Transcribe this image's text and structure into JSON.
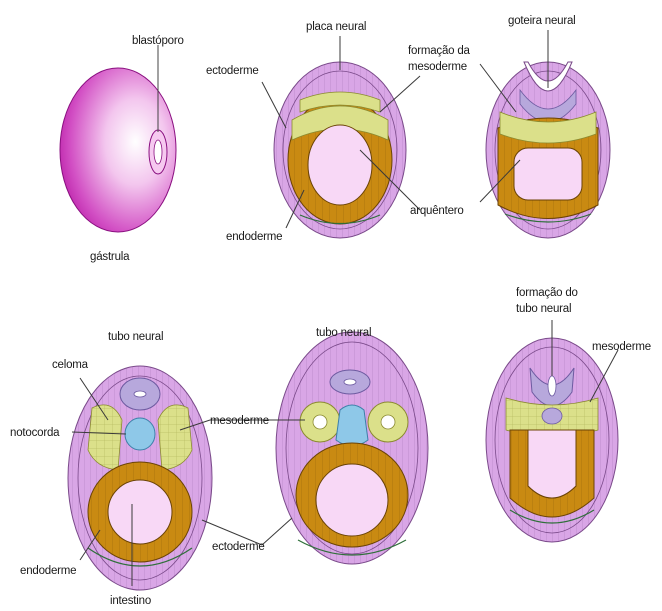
{
  "colors": {
    "ectoderm": "#d9a6e6",
    "ectoderm_line": "#7a4a8a",
    "endoderm": "#c98a12",
    "mesoderm": "#dbe08a",
    "archenteron": "#f8d8f6",
    "notochord": "#8ec8e8",
    "neural": "#b7a8dc",
    "gastrula": "#c020b0",
    "inner_line": "#2f6f3a"
  },
  "labels": {
    "blastoporo": "blastóporo",
    "gastrula": "gástrula",
    "placa_neural": "placa neural",
    "ectoderme_1": "ectoderme",
    "formacao_mesoderme_l1": "formação  da",
    "formacao_mesoderme_l2": "mesoderme",
    "endoderme_1": "endoderme",
    "arquentero": "arquêntero",
    "goteira_neural": "goteira neural",
    "tubo_neural_1": "tubo neural",
    "celoma": "celoma",
    "notocorda": "notocorda",
    "mesoderme_center": "mesoderme",
    "endoderme_2": "endoderme",
    "intestino": "intestino",
    "ectoderme_2": "ectoderme",
    "tubo_neural_2": "tubo neural",
    "formacao_tubo_l1": "formação do",
    "formacao_tubo_l2": "tubo neural",
    "mesoderme_right": "mesoderme"
  }
}
